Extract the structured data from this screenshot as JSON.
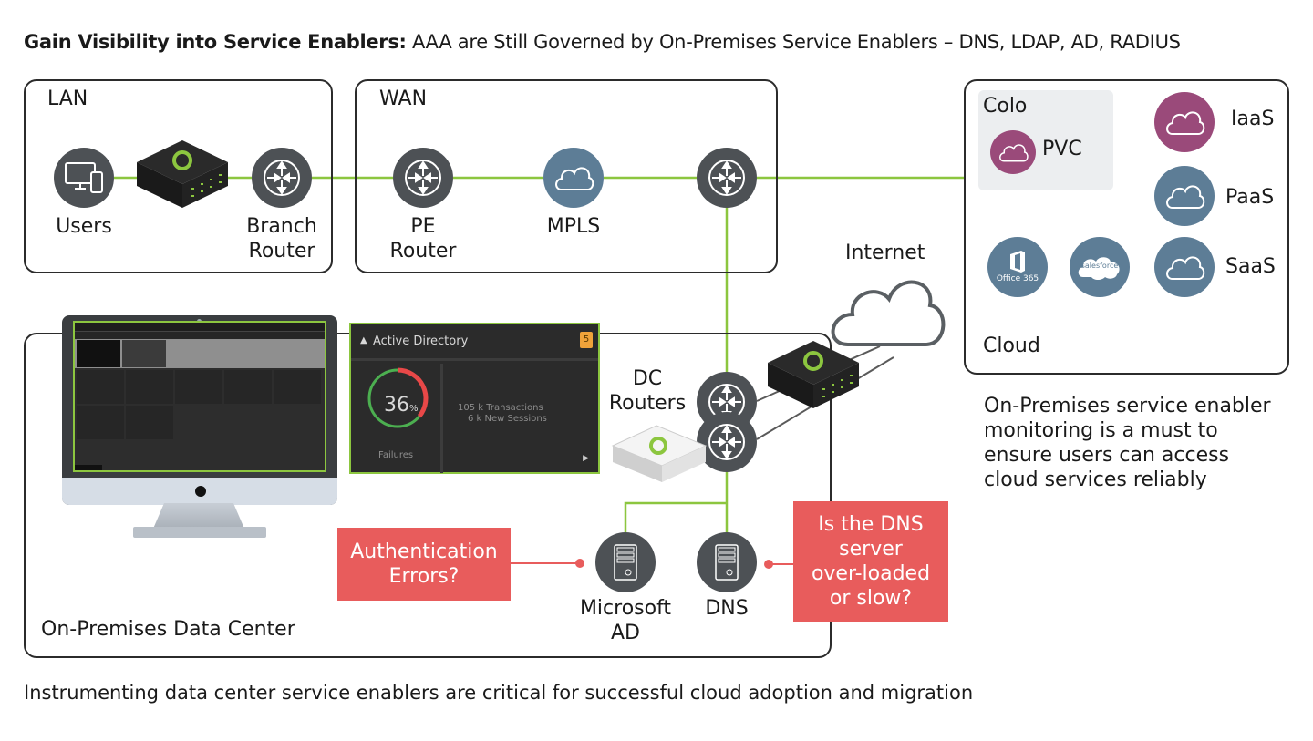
{
  "title": {
    "bold": "Gain Visibility into Service Enablers:",
    "rest": " AAA are Still Governed by On-Premises Service Enablers – DNS, LDAP, AD, RADIUS"
  },
  "colors": {
    "link_green": "#8cc63f",
    "node_dark": "#4d5155",
    "node_blue": "#5d7d96",
    "node_purple": "#9a4a7a",
    "callout_red": "#e85c5c",
    "gauge_red": "#e84848",
    "gauge_green": "#4caf50"
  },
  "lan": {
    "label": "LAN",
    "users_label": "Users",
    "branch_router_label": [
      "Branch",
      "Router"
    ]
  },
  "wan": {
    "label": "WAN",
    "pe_router_label": [
      "PE",
      "Router"
    ],
    "mpls_label": "MPLS"
  },
  "cloud": {
    "label": "Cloud",
    "colo_label": "Colo",
    "pvc_label": "PVC",
    "iaas_label": "IaaS",
    "paas_label": "PaaS",
    "saas_label": "SaaS",
    "office365_label": "Office 365",
    "salesforce_label": "salesforce"
  },
  "internet": {
    "label": "Internet"
  },
  "datacenter": {
    "label": "On-Premises Data Center",
    "dc_routers_label": [
      "DC",
      "Routers"
    ],
    "microsoft_ad_label": [
      "Microsoft",
      "AD"
    ],
    "dns_label": "DNS"
  },
  "active_directory_panel": {
    "title": "Active Directory",
    "badge": "5",
    "failure_percent": 36,
    "failure_percent_text": "36",
    "percent_sign": "%",
    "failures_label": "Failures",
    "transactions": "105 k Transactions",
    "new_sessions": "6 k New Sessions"
  },
  "callouts": {
    "auth_errors": [
      "Authentication",
      "Errors?"
    ],
    "dns_slow": [
      "Is the DNS",
      "server",
      "over-loaded",
      "or slow?"
    ]
  },
  "cloud_note": [
    "On-Premises service enabler",
    "monitoring is a must to",
    "ensure users can access",
    "cloud services reliably"
  ],
  "footer": "Instrumenting data center service enablers are critical for successful cloud adoption and migration"
}
